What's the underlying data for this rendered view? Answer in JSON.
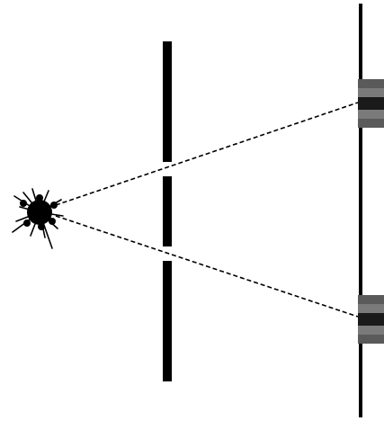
{
  "diagram": {
    "type": "double-slit-experiment",
    "colors": {
      "background": "#ffffff",
      "ink": "#000000",
      "fringe_outer": "#5a5a5a",
      "fringe_inner": "#9a9a9a"
    },
    "elements": {
      "source": "light-source-burst-icon",
      "barrier": "double-slit-barrier",
      "screen": "detection-screen",
      "rays": [
        "ray-upper",
        "ray-lower"
      ],
      "fringes": [
        "bright-fringe-upper",
        "bright-fringe-lower"
      ]
    }
  }
}
